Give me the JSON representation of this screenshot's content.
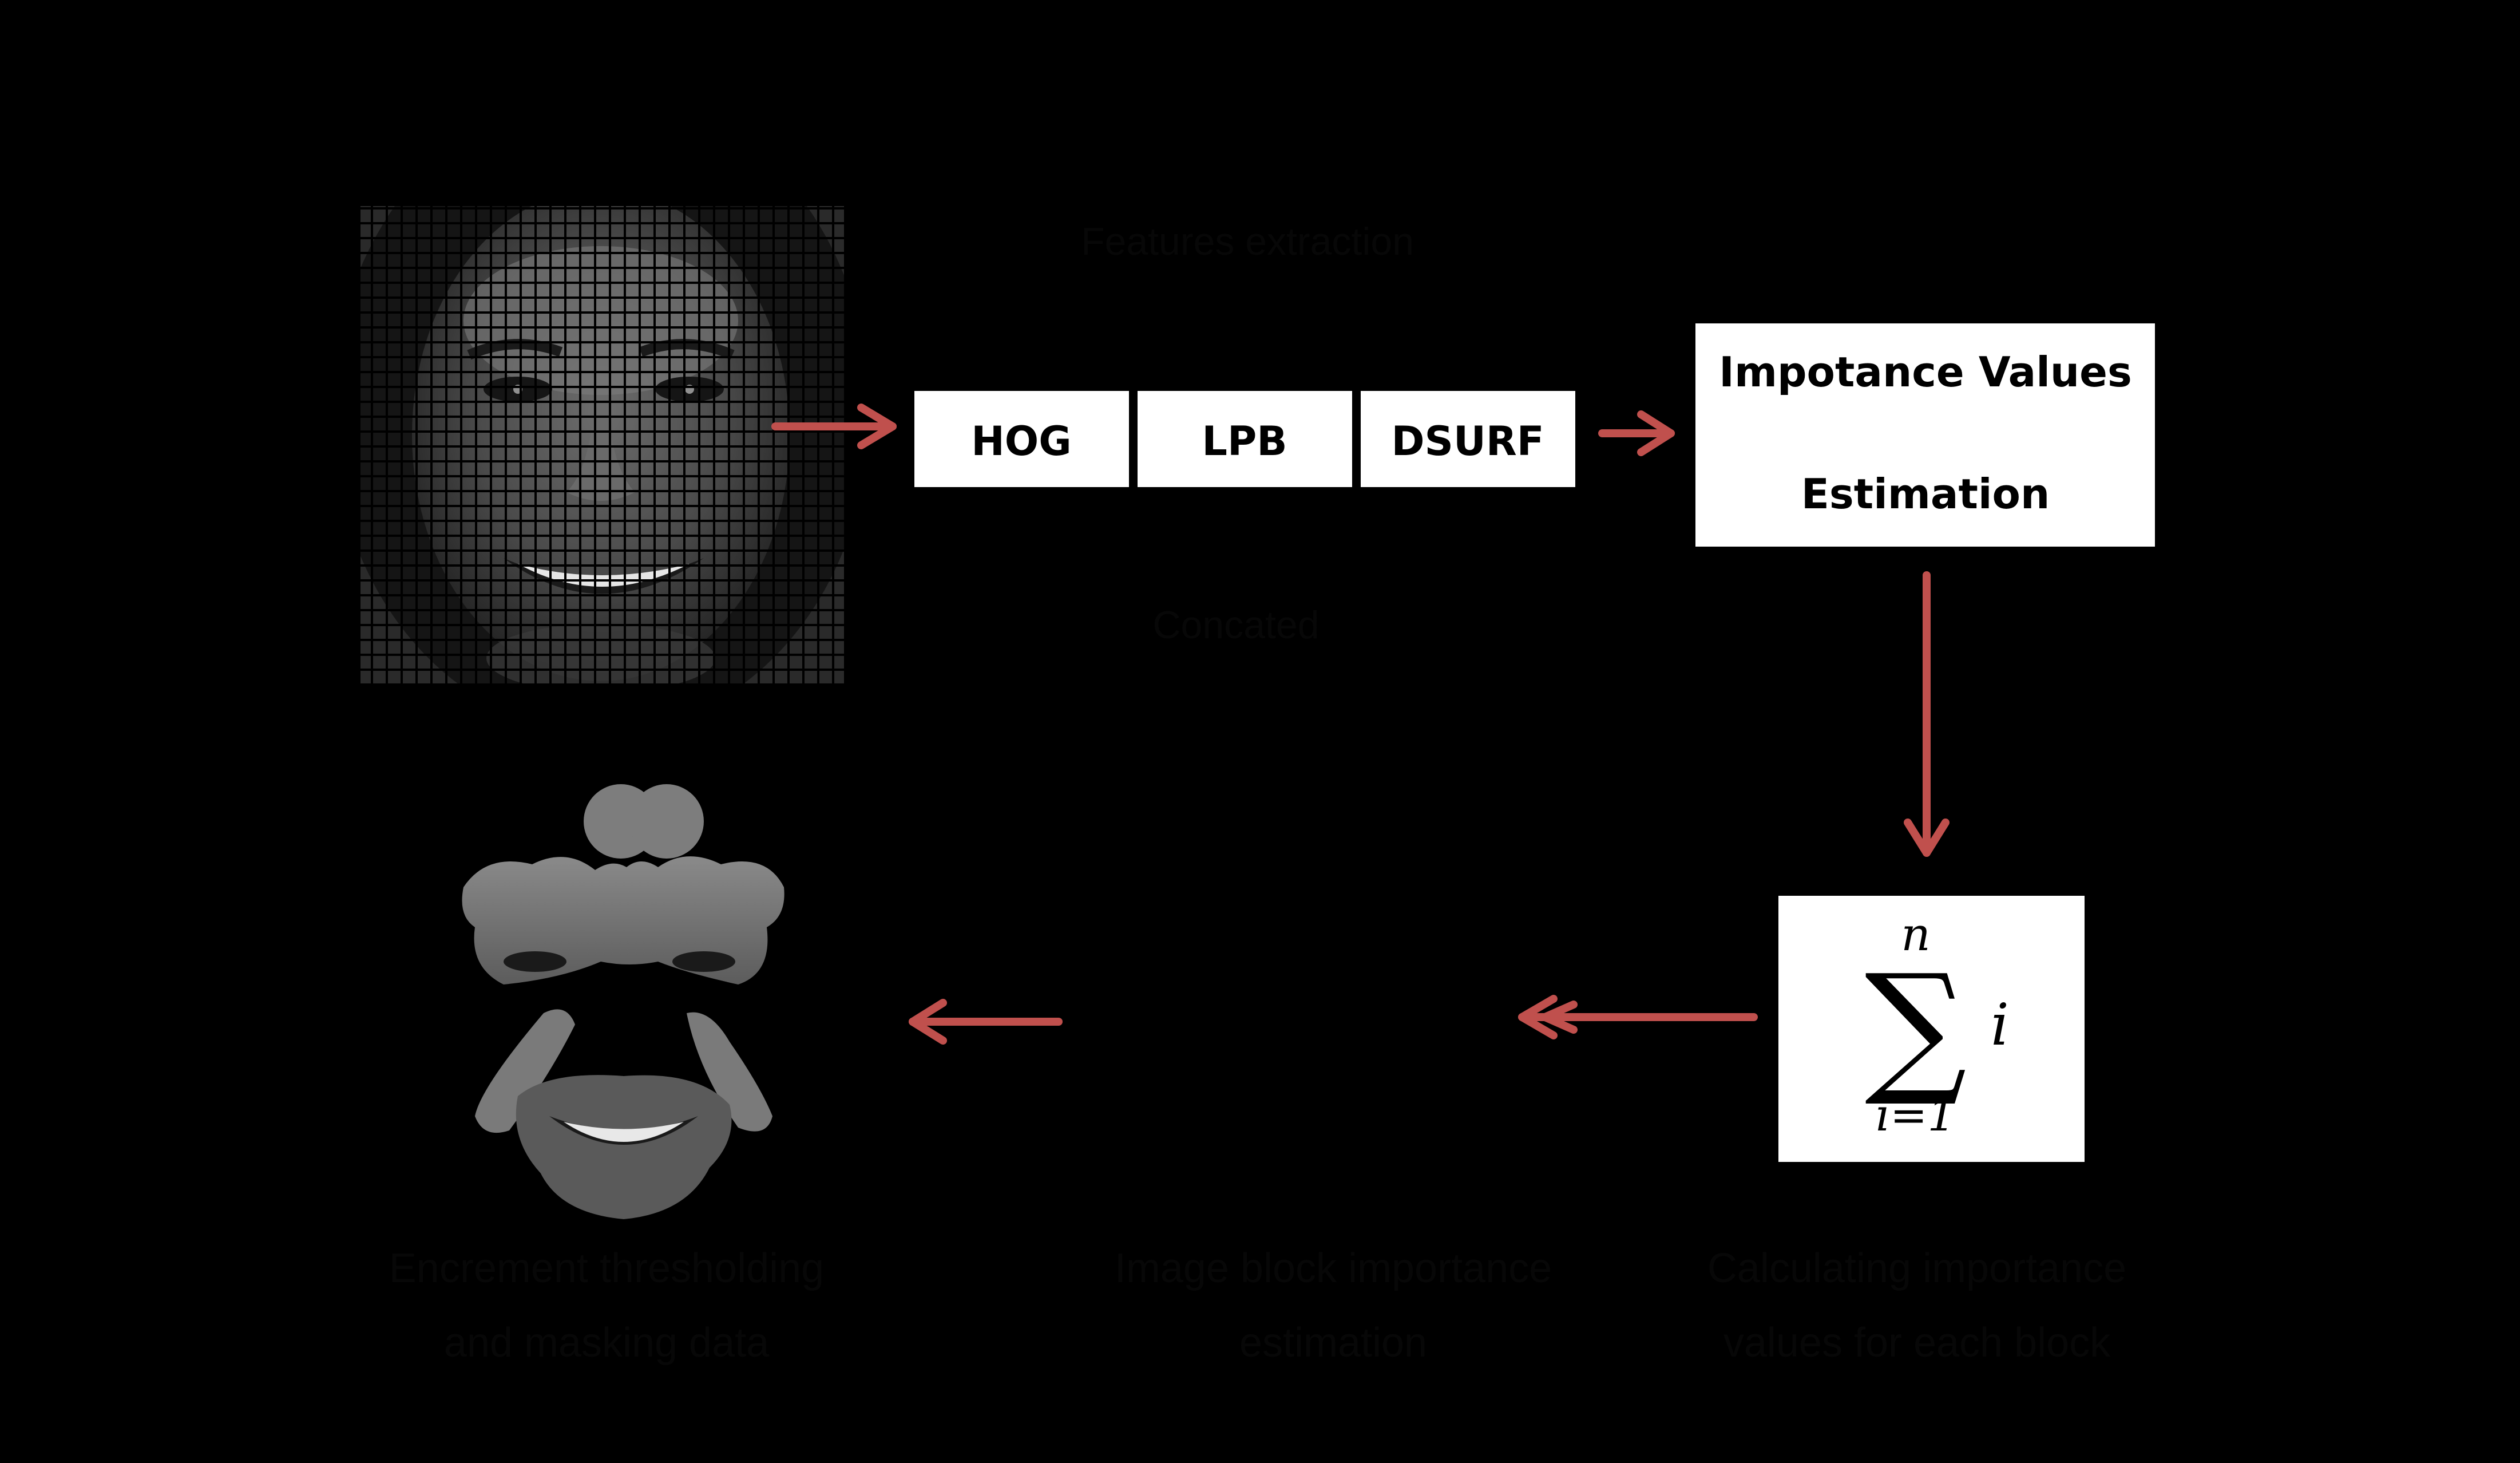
{
  "diagram": {
    "background": "#000000",
    "arrow_color": "#c0504d",
    "faint_text_color": "#070707",
    "grid_color": "#000000",
    "face_image": {
      "icon": "face-photo-with-grid-overlay"
    },
    "features_label": "Features extraction",
    "concat_label": "Concated",
    "features": [
      {
        "label": "HOG"
      },
      {
        "label": "LPB"
      },
      {
        "label": "DSURF"
      }
    ],
    "importance_box": {
      "line1": "Impotance Values",
      "line2": "Estimation"
    },
    "sum_box": {
      "upper": "n",
      "symbol": "∑",
      "lower": "i=1",
      "term": "i"
    },
    "bottom_labels": {
      "left": [
        "Encrement thresholding",
        "and masking data"
      ],
      "middle": [
        "Image block importance",
        "estimation"
      ],
      "right": [
        "Calculating importance",
        "values for each block"
      ]
    },
    "masked_face": {
      "icon": "masked-face-regions"
    }
  }
}
